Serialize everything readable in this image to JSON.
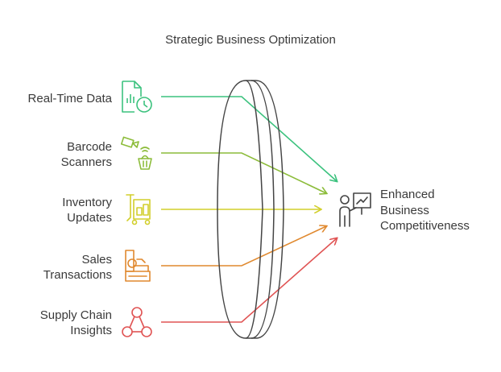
{
  "title": "Strategic Business Optimization",
  "inputs": [
    {
      "label": "Real-Time Data",
      "color": "#3cc27e",
      "icon": "document-chart-clock-icon"
    },
    {
      "label": "Barcode\nScanners",
      "color": "#8cbc3a",
      "icon": "scanner-basket-icon"
    },
    {
      "label": "Inventory\nUpdates",
      "color": "#d2cf2c",
      "icon": "forklift-boxes-icon"
    },
    {
      "label": "Sales\nTransactions",
      "color": "#e0892f",
      "icon": "cash-register-icon"
    },
    {
      "label": "Supply Chain\nInsights",
      "color": "#e05454",
      "icon": "network-nodes-icon"
    }
  ],
  "output": {
    "label": "Enhanced\nBusiness\nCompetitiveness",
    "color": "#333333",
    "icon": "presenter-chart-icon"
  },
  "lens": {
    "color": "#444444",
    "icon": "lens-icon"
  }
}
